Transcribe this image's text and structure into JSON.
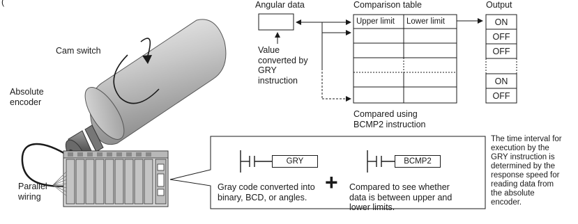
{
  "top_paren": "(",
  "labels": {
    "cam_switch": "Cam switch",
    "absolute_encoder": [
      "Absolute",
      "encoder"
    ],
    "parallel_wiring": [
      "Parallel",
      "wiring"
    ],
    "value_converted": [
      "Value",
      "converted by",
      "GRY",
      "instruction"
    ],
    "compared_using": [
      "Compared using",
      "BCMP2 instruction"
    ]
  },
  "headers": {
    "angular_data": "Angular data",
    "comparison_table": "Comparison table",
    "output": "Output"
  },
  "comparison_table": {
    "columns": [
      "Upper limit",
      "Lower limit"
    ]
  },
  "outputs": [
    "ON",
    "OFF",
    "OFF",
    "ON",
    "OFF"
  ],
  "ladder": {
    "gry_block": "GRY",
    "bcmp2_block": "BCMP2",
    "gry_caption": [
      "Gray code converted into",
      "binary, BCD, or angles."
    ],
    "bcmp2_caption": [
      "Compared to see whether",
      "data is between upper and",
      "lower limits."
    ]
  },
  "plus_symbol": "+",
  "note": [
    "The time interval for",
    "execution by the",
    "GRY instruction is",
    "determined by the",
    "response speed for",
    "reading data from",
    "the absolute",
    "encoder."
  ],
  "colors": {
    "line": "#1a1a1a",
    "cylinder_light": "#e6e6e6",
    "cylinder_dark": "#8f8f8f",
    "plc_face": "#d0d0d0"
  }
}
